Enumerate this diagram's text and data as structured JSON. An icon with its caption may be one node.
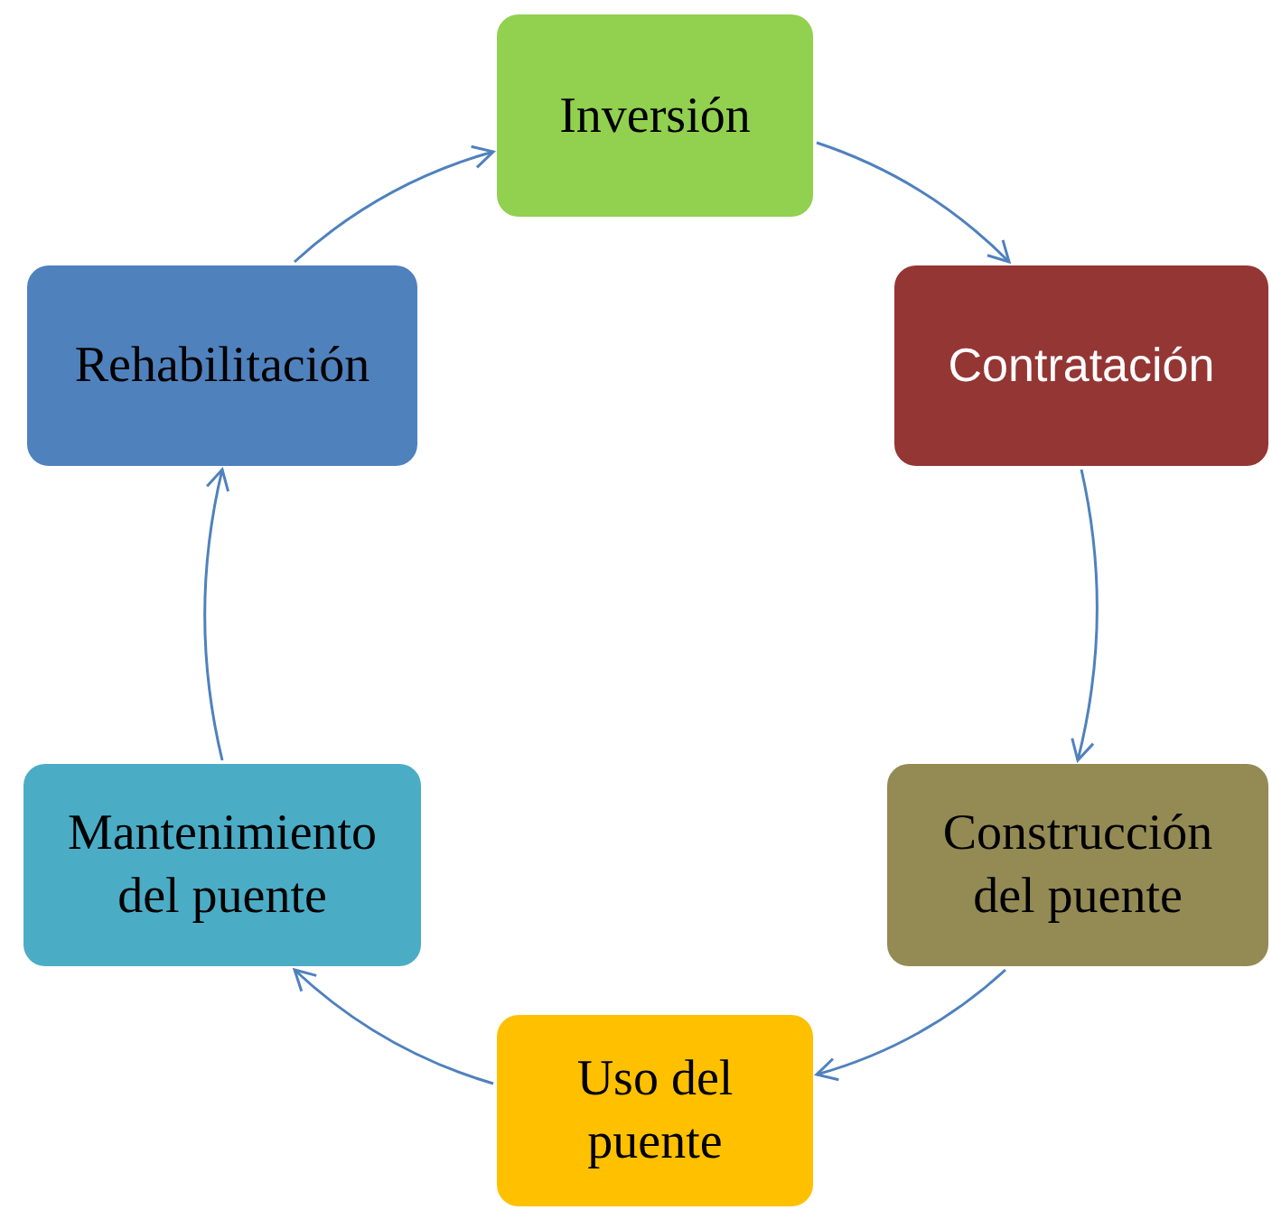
{
  "diagram": {
    "nodes": [
      {
        "text": [
          "Inversión"
        ]
      },
      {
        "text": [
          "Contratación"
        ]
      },
      {
        "text": [
          "Construcción del puente"
        ]
      },
      {
        "text": [
          "Uso del puente"
        ]
      },
      {
        "text": [
          "Mantenimiento del puente"
        ]
      },
      {
        "text": [
          "Rehabilitación"
        ]
      }
    ],
    "edges": [
      {
        "from": 0,
        "to": 1,
        "arrow": "to"
      },
      {
        "from": 1,
        "to": 2,
        "arrow": "to"
      },
      {
        "from": 2,
        "to": 3,
        "arrow": "to"
      },
      {
        "from": 3,
        "to": 4,
        "arrow": "to"
      },
      {
        "from": 4,
        "to": 5,
        "arrow": "to"
      },
      {
        "from": 5,
        "to": 0,
        "arrow": "to"
      }
    ]
  }
}
